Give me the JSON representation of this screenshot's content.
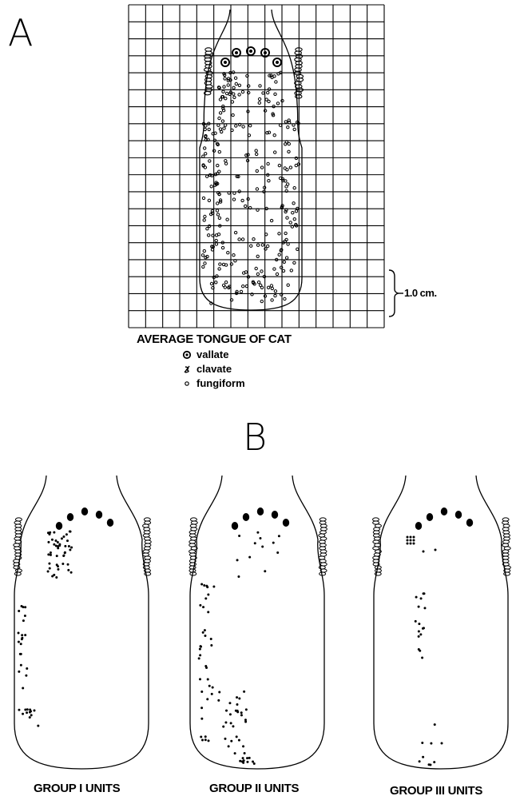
{
  "panel_a": {
    "letter": "A",
    "title": "AVERAGE TONGUE OF CAT",
    "scale_label": "1.0 cm.",
    "legend": [
      {
        "symbol": "vallate-icon",
        "label": "vallate"
      },
      {
        "symbol": "clavate-icon",
        "label": "clavate"
      },
      {
        "symbol": "fungiform-icon",
        "label": "fungiform"
      }
    ]
  },
  "panel_b": {
    "letter": "B",
    "groups": [
      {
        "label": "GROUP I UNITS"
      },
      {
        "label": "GROUP II UNITS"
      },
      {
        "label": "GROUP III UNITS"
      }
    ]
  }
}
